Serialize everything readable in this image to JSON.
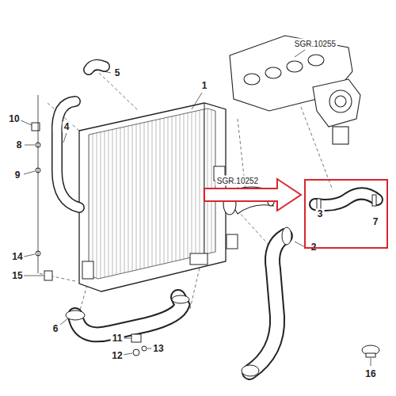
{
  "diagram": {
    "nodes": [
      {
        "text": [
          "3",
          "7"
        ]
      }
    ],
    "labels": [
      "SGR.10255",
      "5",
      "1",
      "10",
      "4",
      "8",
      "9",
      "SGR.10252",
      "2",
      "14",
      "15",
      "6",
      "11",
      "13",
      "12",
      "16"
    ]
  }
}
